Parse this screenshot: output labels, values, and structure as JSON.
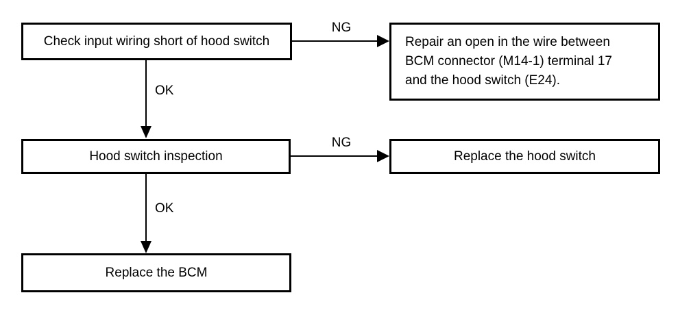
{
  "diagram": {
    "type": "flowchart",
    "colors": {
      "background": "#ffffff",
      "line": "#000000",
      "text": "#000000"
    },
    "nodes": [
      {
        "id": "check-input-wiring",
        "label": "Check input wiring short of hood switch"
      },
      {
        "id": "repair-open-wire",
        "label": "Repair an open in the wire between BCM connector (M14-1) terminal 17 and the hood switch (E24)."
      },
      {
        "id": "hood-switch-inspection",
        "label": "Hood switch inspection"
      },
      {
        "id": "replace-hood-switch",
        "label": "Replace the hood switch"
      },
      {
        "id": "replace-bcm",
        "label": "Replace the BCM"
      }
    ],
    "edges": [
      {
        "from": "check-input-wiring",
        "to": "repair-open-wire",
        "label": "NG",
        "direction": "right"
      },
      {
        "from": "check-input-wiring",
        "to": "hood-switch-inspection",
        "label": "OK",
        "direction": "down"
      },
      {
        "from": "hood-switch-inspection",
        "to": "replace-hood-switch",
        "label": "NG",
        "direction": "right"
      },
      {
        "from": "hood-switch-inspection",
        "to": "replace-bcm",
        "label": "OK",
        "direction": "down"
      }
    ]
  }
}
